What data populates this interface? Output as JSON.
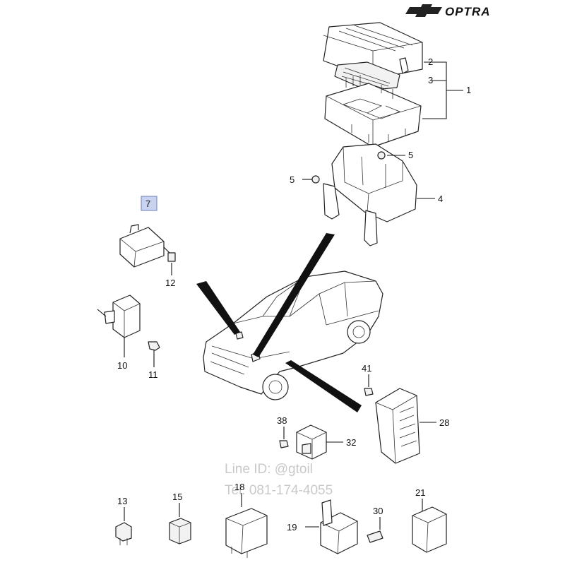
{
  "brand": {
    "name": "OPTRA",
    "logo": "chevrolet-bowtie-icon"
  },
  "watermark": {
    "line1": "Line ID: @gtoil",
    "line2": "Tel: 081-174-4055"
  },
  "highlight_color": "#c9d3ef",
  "callouts": [
    {
      "id": "1",
      "label": "1"
    },
    {
      "id": "2",
      "label": "2"
    },
    {
      "id": "3",
      "label": "3"
    },
    {
      "id": "4",
      "label": "4"
    },
    {
      "id": "5a",
      "label": "5"
    },
    {
      "id": "5b",
      "label": "5"
    },
    {
      "id": "7",
      "label": "7",
      "highlighted": true
    },
    {
      "id": "10",
      "label": "10"
    },
    {
      "id": "11",
      "label": "11"
    },
    {
      "id": "12",
      "label": "12"
    },
    {
      "id": "13",
      "label": "13"
    },
    {
      "id": "15",
      "label": "15"
    },
    {
      "id": "18",
      "label": "18"
    },
    {
      "id": "19",
      "label": "19"
    },
    {
      "id": "21",
      "label": "21"
    },
    {
      "id": "28",
      "label": "28"
    },
    {
      "id": "30",
      "label": "30"
    },
    {
      "id": "32",
      "label": "32"
    },
    {
      "id": "38",
      "label": "38"
    },
    {
      "id": "41",
      "label": "41"
    }
  ]
}
